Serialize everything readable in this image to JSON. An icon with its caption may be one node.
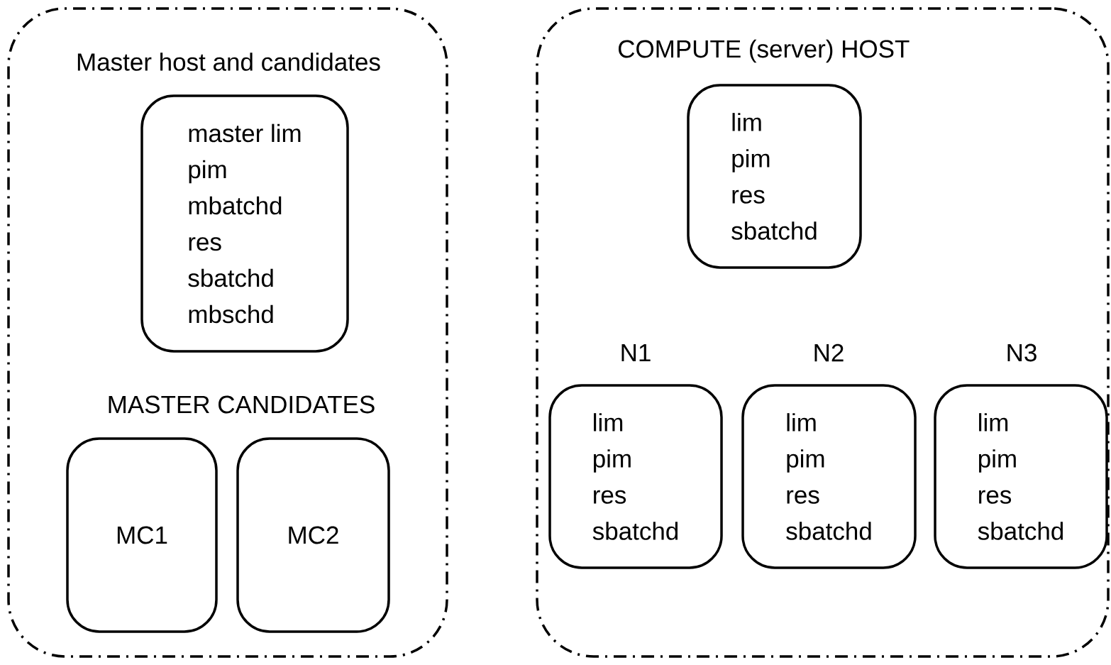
{
  "diagram": {
    "nodes": [
      {
        "text": [
          "Master host and candidates"
        ]
      },
      {
        "text": [
          "master lim",
          "pim",
          "mbatchd",
          "res",
          "sbatchd",
          "mbschd"
        ],
        "in": 0
      },
      {
        "text": [
          "MC1"
        ],
        "in": 0
      },
      {
        "text": [
          "MC2"
        ],
        "in": 0
      },
      {
        "text": [
          "COMPUTE (server) HOST"
        ]
      },
      {
        "text": [
          "lim",
          "pim",
          "res",
          "sbatchd"
        ],
        "in": 4
      },
      {
        "text": [
          "N1",
          "lim",
          "pim",
          "res",
          "sbatchd"
        ],
        "in": 4
      },
      {
        "text": [
          "N2",
          "lim",
          "pim",
          "res",
          "sbatchd"
        ],
        "in": 4
      },
      {
        "text": [
          "N3",
          "lim",
          "pim",
          "res",
          "sbatchd"
        ],
        "in": 4
      }
    ],
    "edges": [],
    "labels": [
      "MASTER CANDIDATES"
    ]
  }
}
